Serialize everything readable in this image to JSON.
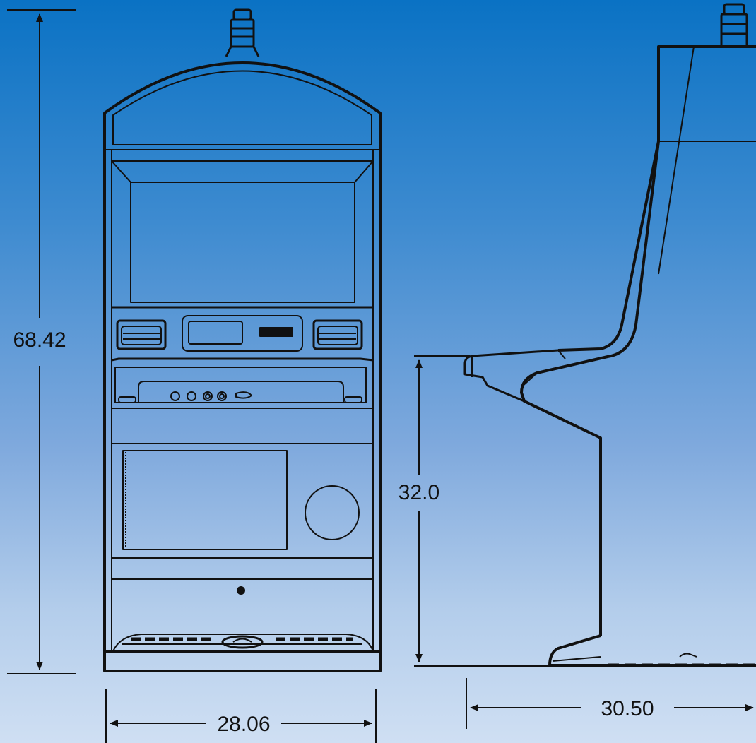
{
  "colors": {
    "background_top": "#0a72c4",
    "background_bottom": "#cfdff3",
    "line": "#111111",
    "panel": "#c6d7ee"
  },
  "dimensions": {
    "height": "68.42",
    "width": "28.06",
    "seat_height": "32.0",
    "depth": "30.50"
  },
  "views": {
    "front": "front-view",
    "side": "side-view"
  }
}
